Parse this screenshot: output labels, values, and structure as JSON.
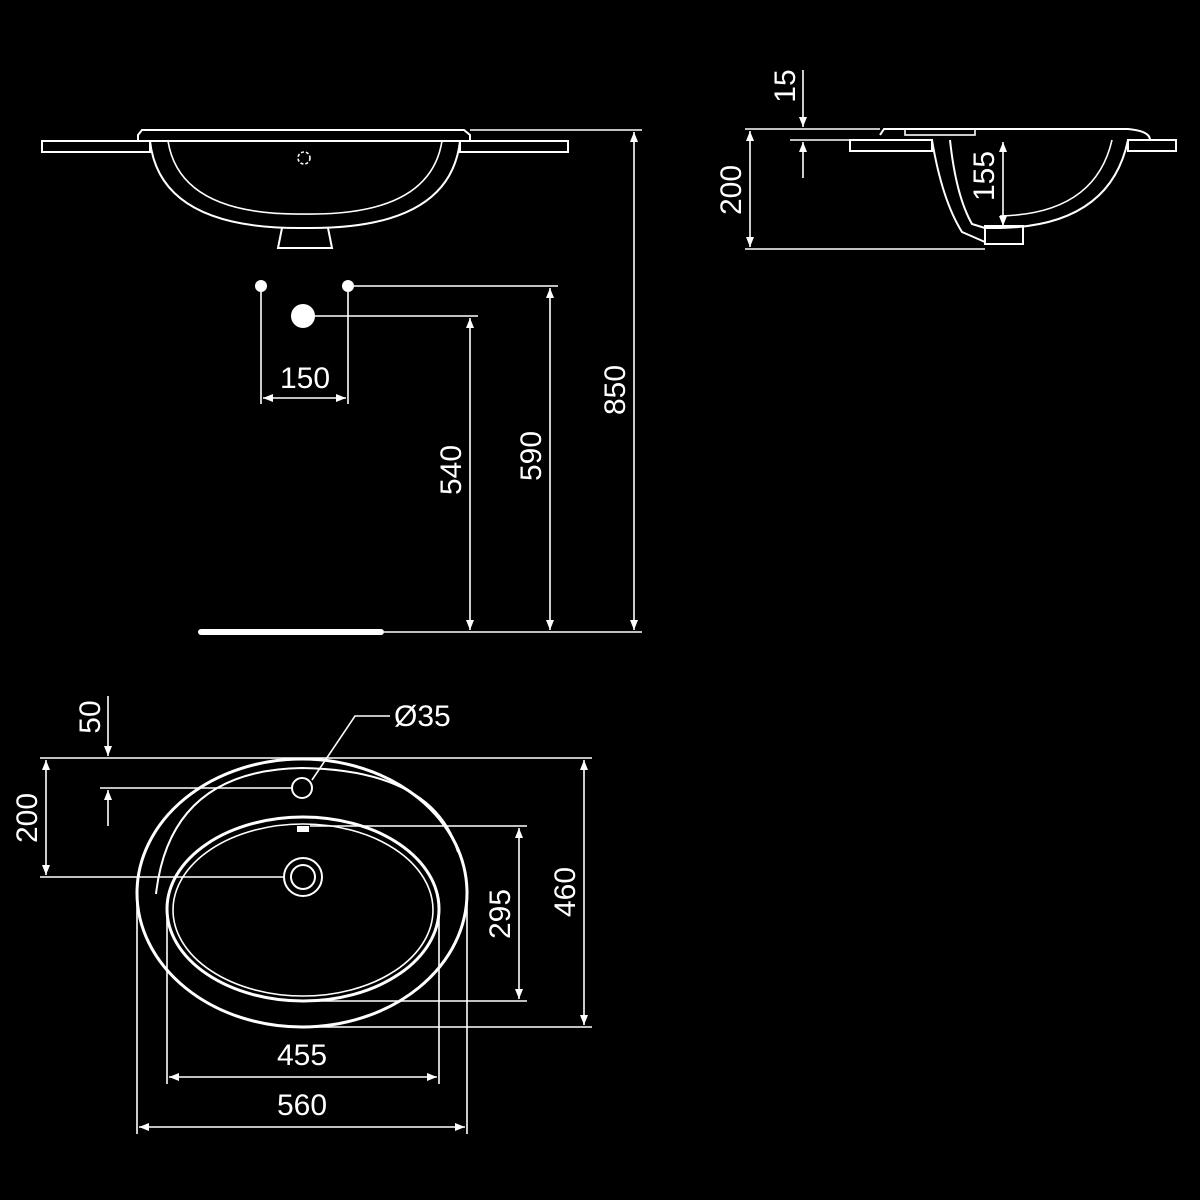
{
  "dimensions": {
    "front_view": {
      "tap_spacing": "150",
      "tap_height": "590",
      "waste_height": "540",
      "total_height": "850"
    },
    "side_view": {
      "rim_thickness": "15",
      "depth": "200",
      "bowl_depth": "155"
    },
    "top_view": {
      "tap_hole_offset": "50",
      "waste_offset": "200",
      "tap_hole_diameter": "Ø35",
      "bowl_depth_length": "295",
      "overall_depth": "460",
      "bowl_width": "455",
      "overall_width": "560"
    }
  },
  "colors": {
    "background": "#000000",
    "lines": "#ffffff"
  }
}
